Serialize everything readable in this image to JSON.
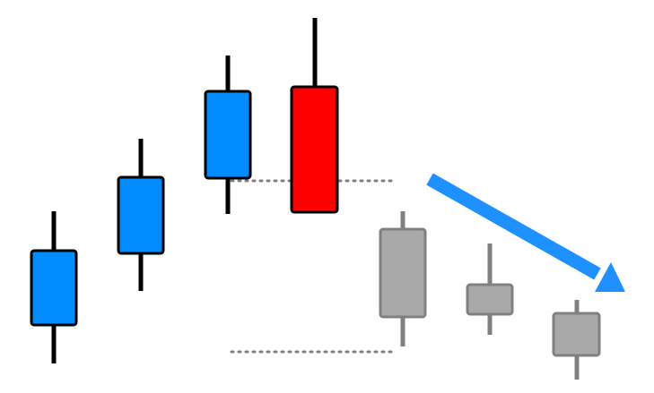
{
  "diagram": {
    "type": "candlestick-pattern-illustration",
    "candles": [
      {
        "id": "c1",
        "role": "bullish",
        "fill_color": "#008CFF",
        "stroke_color": "#000000"
      },
      {
        "id": "c2",
        "role": "bullish",
        "fill_color": "#008CFF",
        "stroke_color": "#000000"
      },
      {
        "id": "c3",
        "role": "bullish",
        "fill_color": "#008CFF",
        "stroke_color": "#000000"
      },
      {
        "id": "c4",
        "role": "bearish",
        "fill_color": "#FF0000",
        "stroke_color": "#000000"
      },
      {
        "id": "c5",
        "role": "projected",
        "fill_color": "#A9A9A9",
        "stroke_color": "#808080"
      },
      {
        "id": "c6",
        "role": "projected",
        "fill_color": "#A9A9A9",
        "stroke_color": "#808080"
      },
      {
        "id": "c7",
        "role": "projected",
        "fill_color": "#A9A9A9",
        "stroke_color": "#808080"
      }
    ],
    "guide_lines": {
      "style": "dotted",
      "color": "#808080"
    },
    "arrow": {
      "direction": "down-right",
      "color": "#1E90FF"
    }
  }
}
